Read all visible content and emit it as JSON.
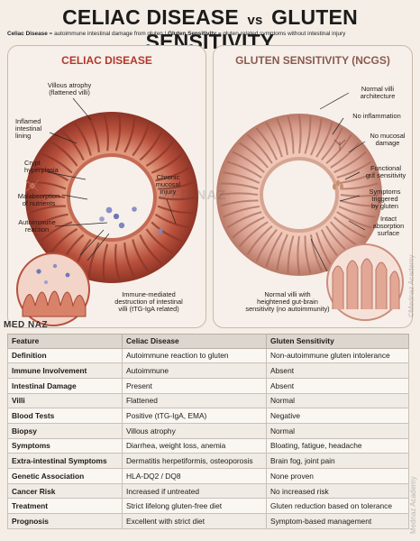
{
  "header": {
    "title_a": "CELIAC DISEASE",
    "title_vs": "vs",
    "title_b": "GLUTEN SENSITIVITY",
    "subtitle_a_term": "Celiac Disease",
    "subtitle_a_def": " = autoimmune intestinal damage from gluten",
    "subtitle_sep": " | ",
    "subtitle_b_term": "Gluten Sensitivity",
    "subtitle_b_def": " = gluten-related symptoms without intestinal injury"
  },
  "left_panel": {
    "title": "CELIAC DISEASE",
    "labels": {
      "villous": "Villous atrophy\n(flattened villi)",
      "inflamed": "Inflamed\nintestinal\nlining",
      "crypt": "Crypt\nhyperplasia",
      "malabsorption": "Malabsorption\nof nutrients",
      "autoimmune": "Autoimmune\nreaction",
      "chronic": "Chronic\nmucosal\ninjury",
      "immune": "Immune-mediated\ndestruction of intestinal\nvilli (tTG-IgA related)"
    }
  },
  "right_panel": {
    "title": "GLUTEN SENSITIVITY (NCGS)",
    "labels": {
      "normal_villi": "Normal villi\narchitecture",
      "no_inflammation": "No inflammation",
      "no_mucosal": "No mucosal\ndamage",
      "functional": "Functional\ngut sensitivity",
      "symptoms": "Symptoms\ntriggered\nby gluten",
      "intact": "Intact\nabsorption\nsurface",
      "heightened": "Normal villi with\nheightened gut-brain\nsensitivity (no autoimmunity)"
    }
  },
  "watermark": {
    "center": "MED NAZ",
    "brand": "MED NAZ",
    "side": "©Mednaz Academy",
    "side_bottom": "Mednaz Academy"
  },
  "table": {
    "headers": [
      "Feature",
      "Celiac Disease",
      "Gluten Sensitivity"
    ],
    "rows": [
      [
        "Definition",
        "Autoimmune reaction to gluten",
        "Non-autoimmune gluten intolerance"
      ],
      [
        "Immune Involvement",
        "Autoimmune",
        "Absent"
      ],
      [
        "Intestinal Damage",
        "Present",
        "Absent"
      ],
      [
        "Villi",
        "Flattened",
        "Normal"
      ],
      [
        "Blood Tests",
        "Positive (tTG-IgA, EMA)",
        "Negative"
      ],
      [
        "Biopsy",
        "Villous atrophy",
        "Normal"
      ],
      [
        "Symptoms",
        "Diarrhea, weight loss, anemia",
        "Bloating, fatigue, headache"
      ],
      [
        "Extra-intestinal Symptoms",
        "Dermatitis herpetiformis, osteoporosis",
        "Brain fog, joint pain"
      ],
      [
        "Genetic Association",
        "HLA-DQ2 / DQ8",
        "None proven"
      ],
      [
        "Cancer Risk",
        "Increased if untreated",
        "No increased risk"
      ],
      [
        "Treatment",
        "Strict lifelong gluten-free diet",
        "Gluten reduction based on tolerance"
      ],
      [
        "Prognosis",
        "Excellent with strict diet",
        "Symptom-based management"
      ]
    ]
  },
  "colors": {
    "celiac_ring": "#b8503c",
    "celiac_accent": "#b2372a",
    "ncgs_ring": "#d9a08f",
    "ncgs_accent": "#8a5a4e",
    "background": "#f4eee7"
  }
}
